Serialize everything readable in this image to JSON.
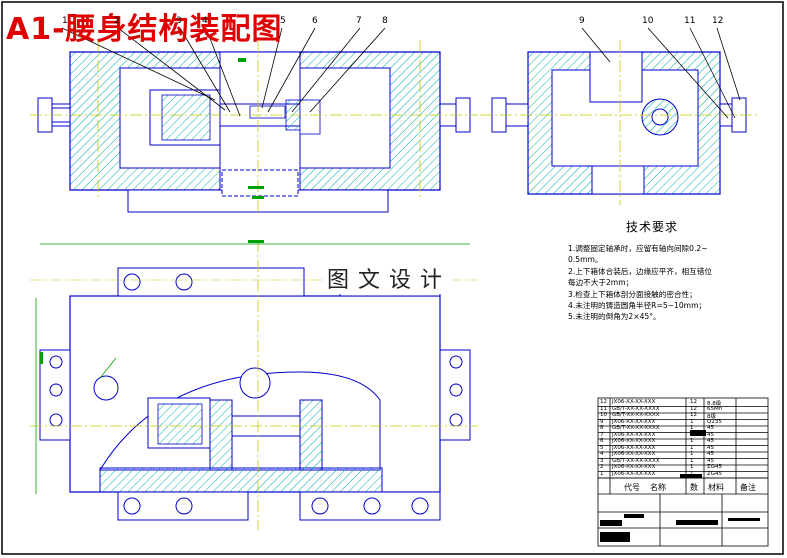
{
  "title": "A1-腰身结构装配图",
  "watermark": "图文设计",
  "tech": {
    "heading": "技术要求",
    "lines": [
      "1.调整固定轴承时，应留有轴向间隙0.2~",
      "  0.5mm。",
      "2.上下箱体合装后，边缘应平齐，相互错位",
      "  每边不大于2mm；",
      "3.检查上下箱体剖分面接触的密合性；",
      "4.未注明的铸造圆角半径R=5~10mm；",
      "5.未注明的倒角为2×45°。"
    ]
  },
  "callouts": [
    "1",
    "2",
    "3",
    "4",
    "5",
    "6",
    "7",
    "8",
    "9",
    "10",
    "11",
    "12"
  ],
  "title_block": {
    "header": {
      "code": "代号",
      "name": "名称",
      "qty": "数",
      "material": "材料",
      "remarks": "备注"
    },
    "rows": [
      {
        "no": "12",
        "code": "JX06-XX-XX-XXX",
        "qty": "12",
        "material": "8.8级"
      },
      {
        "no": "11",
        "code": "GB/T-XX-XX-XXXX",
        "qty": "12",
        "material": "65Mn"
      },
      {
        "no": "10",
        "code": "GB/T-XX-XX-XXXX",
        "qty": "12",
        "material": "8级"
      },
      {
        "no": "9",
        "code": "JX06-XX-XX-XXX",
        "qty": "1",
        "material": "Q235"
      },
      {
        "no": "8",
        "code": "GB/T-XX-XX-XXXX",
        "qty": "1",
        "material": "45"
      },
      {
        "no": "7",
        "code": "JX06-XX-XX-XXX",
        "qty": "1",
        "material": "45"
      },
      {
        "no": "6",
        "code": "JX06-XX-XX-XXX",
        "qty": "1",
        "material": "45"
      },
      {
        "no": "5",
        "code": "JX06-XX-XX-XXX",
        "qty": "1",
        "material": "45"
      },
      {
        "no": "4",
        "code": "JX06-XX-XX-XXX",
        "qty": "1",
        "material": "45"
      },
      {
        "no": "3",
        "code": "GB/T-XX-XX-XXXX",
        "qty": "1",
        "material": "45"
      },
      {
        "no": "2",
        "code": "JX06-XX-XX-XXX",
        "qty": "1",
        "material": "ZG45"
      },
      {
        "no": "1",
        "code": "JX06-XX-XX-XXX",
        "qty": "1",
        "material": "ZG45"
      }
    ]
  },
  "colors": {
    "hatch": "#00b0b0",
    "outline": "#0000cc",
    "center": "#c8c800",
    "dim": "#00a000",
    "leader": "#000000"
  }
}
